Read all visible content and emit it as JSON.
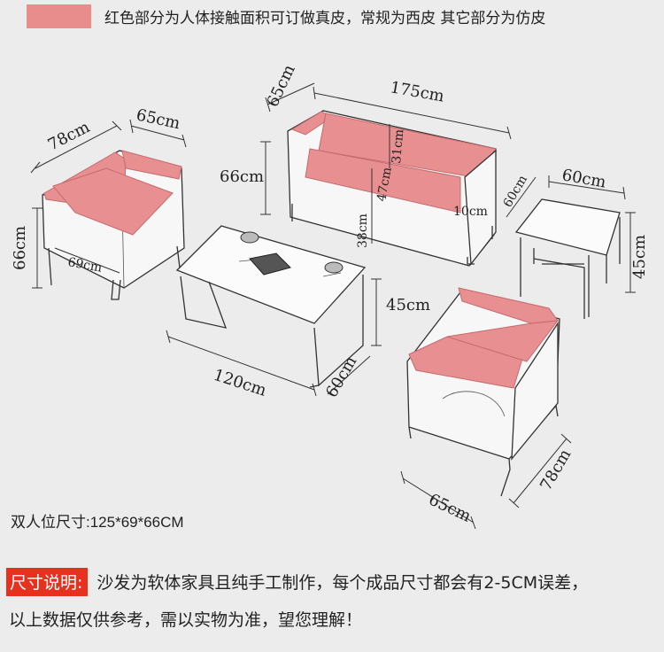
{
  "legend": {
    "swatch_color": "#e98c8c",
    "text": "红色部分为人体接触面积可订做真皮，常规为西皮 其它部分为仿皮"
  },
  "dimensions": {
    "single_top_left": {
      "depth": "78cm",
      "width": "65cm",
      "height": "66cm",
      "seat_width": "69cm"
    },
    "double_sofa": {
      "depth": "65cm",
      "width": "175cm",
      "height": "66cm",
      "back_height": "31cm",
      "seat_depth": "47cm",
      "seat_height": "38cm",
      "arm_width": "10cm"
    },
    "side_table": {
      "width": "60cm",
      "depth": "60cm",
      "height": "45cm"
    },
    "coffee_table": {
      "width": "120cm",
      "depth": "60cm",
      "height": "45cm"
    },
    "single_bottom_right": {
      "width": "65cm",
      "depth": "78cm"
    }
  },
  "caption": "双人位尺寸:125*69*66CM",
  "note": {
    "label": "尺寸说明:",
    "line1": "沙发为软体家具且纯手工制作，每个成品尺寸都会有2-5CM误差，",
    "line2": "以上数据仅供参考，需以实物为准，望您理解！",
    "label_bg": "#e8301f"
  }
}
